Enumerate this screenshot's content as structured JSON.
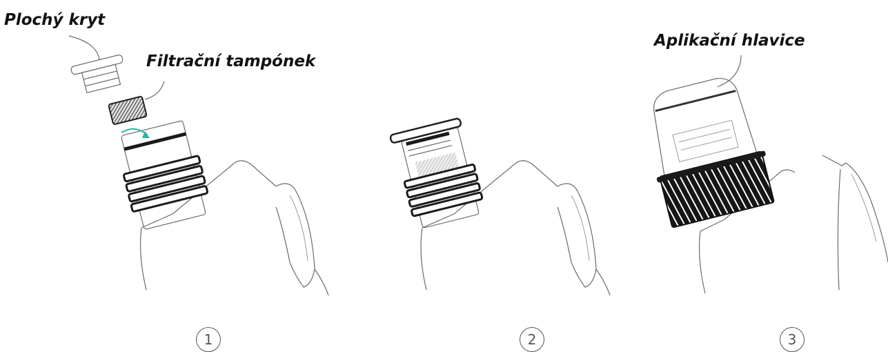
{
  "labels": {
    "flat_cap": "Plochý kryt",
    "filter_pad": "Filtrační tampónek",
    "applicator_head": "Aplikační hlavice"
  },
  "steps": [
    "1",
    "2",
    "3"
  ],
  "colors": {
    "outline": "#6a6a6a",
    "dark_parts": "#1a1a1a",
    "arrow": "#2bb3a0",
    "label_text": "#111111"
  }
}
